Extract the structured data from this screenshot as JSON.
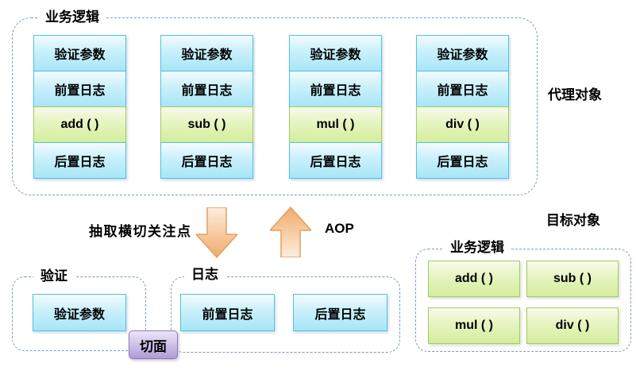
{
  "proxy_section": {
    "container_label": "业务逻辑",
    "side_label": "代理对象",
    "columns": [
      {
        "cells": [
          "验证参数",
          "前置日志",
          "add (  )",
          "后置日志"
        ]
      },
      {
        "cells": [
          "验证参数",
          "前置日志",
          "sub (  )",
          "后置日志"
        ]
      },
      {
        "cells": [
          "验证参数",
          "前置日志",
          "mul (  )",
          "后置日志"
        ]
      },
      {
        "cells": [
          "验证参数",
          "前置日志",
          "div (  )",
          "后置日志"
        ]
      }
    ]
  },
  "transition": {
    "extract_label": "抽取横切关注点",
    "aop_label": "AOP",
    "icons": [
      "down-arrow-icon",
      "up-arrow-icon"
    ]
  },
  "aspects": {
    "validation_box": {
      "label": "验证",
      "cells": [
        "验证参数"
      ]
    },
    "logging_box": {
      "label": "日志",
      "cells": [
        "前置日志",
        "后置日志"
      ]
    },
    "aspect_chip_label": "切面"
  },
  "target_section": {
    "side_label": "目标对象",
    "container_label": "业务逻辑",
    "cells": [
      "add (  )",
      "sub (  )",
      "mul (  )",
      "div (  )"
    ]
  },
  "colors": {
    "dashed_border": "#7e9ac6",
    "blue_cell_border": "#4fc2e3",
    "blue_cell_top": "#f3fbfe",
    "blue_cell_bottom": "#a8e6f7",
    "green_cell_border": "#a3ca68",
    "green_cell_top": "#f7fbe9",
    "green_cell_bottom": "#d5ed9d",
    "arrow_fill_light": "#fdeedd",
    "arrow_fill_dark": "#f0aa6b",
    "arrow_stroke": "#dfa063",
    "aspect_chip_top": "#ece5fa",
    "aspect_chip_bottom": "#b09bd6",
    "aspect_chip_border": "#8d7abc"
  }
}
